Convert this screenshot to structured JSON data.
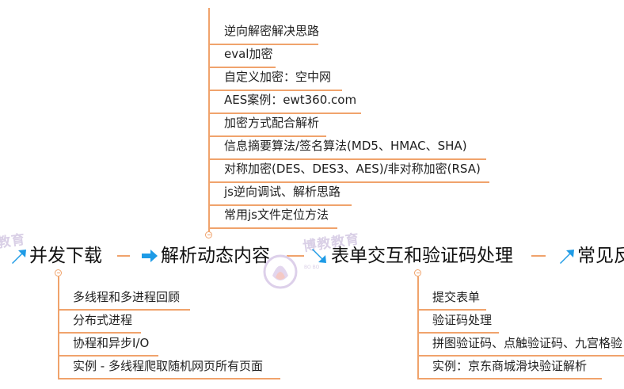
{
  "top_branch": {
    "items": [
      "逆向解密解决思路",
      "eval加密",
      "自定义加密：空中网",
      "AES案例：ewt360.com",
      "加密方式配合解析",
      "信息摘要算法/签名算法(MD5、HMAC、SHA)",
      "对称加密(DES、DES3、AES)/非对称加密(RSA)",
      "js逆向调试、解析思路",
      "常用js文件定位方法"
    ]
  },
  "main_topics": [
    {
      "label": "并发下载",
      "icon": "arrow-up-right-icon"
    },
    {
      "label": "解析动态内容",
      "icon": "arrow-right-icon"
    },
    {
      "label": "表单交互和验证码处理",
      "icon": "arrow-down-right-icon"
    },
    {
      "label": "常见反",
      "icon": "arrow-up-right-icon"
    }
  ],
  "left_branch": {
    "items": [
      "多线程和多进程回顾",
      "分布式进程",
      "协程和异步I/O",
      "实例 - 多线程爬取随机网页所有页面"
    ]
  },
  "right_branch": {
    "items": [
      "提交表单",
      "验证码处理",
      "拼图验证码、点触验证码、九宫格验",
      "实例：京东商城滑块验证解析"
    ]
  },
  "watermark": {
    "text_left": "教育",
    "text_mid": "博教教育",
    "text_mid_small": "BO BO"
  },
  "colors": {
    "connector": "#f0a36c",
    "arrow_icon": "#1e9be6",
    "watermark": "#d9cfe6"
  }
}
